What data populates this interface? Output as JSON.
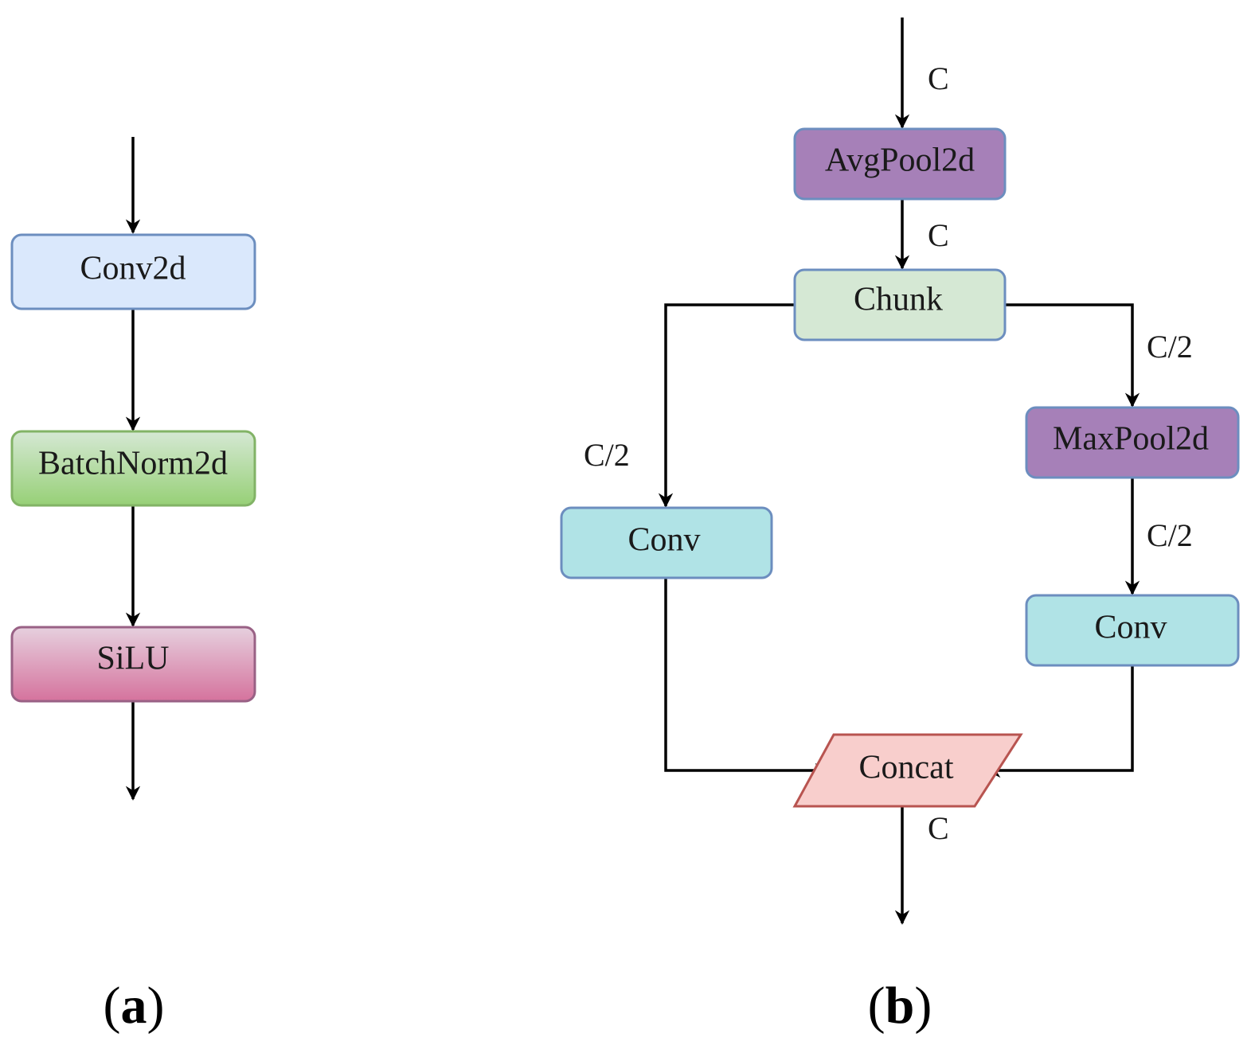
{
  "panels": {
    "a": {
      "label_open": "(",
      "label_letter": "a",
      "label_close": ")",
      "nodes": {
        "conv2d": "Conv2d",
        "batchnorm2d": "BatchNorm2d",
        "silu": "SiLU"
      }
    },
    "b": {
      "label_open": "(",
      "label_letter": "b",
      "label_close": ")",
      "nodes": {
        "avgpool2d": "AvgPool2d",
        "chunk": "Chunk",
        "maxpool2d": "MaxPool2d",
        "conv_left": "Conv",
        "conv_right": "Conv",
        "concat": "Concat"
      },
      "edge_labels": {
        "input": "C",
        "avgpool_to_chunk": "C",
        "chunk_to_maxpool": "C/2",
        "chunk_to_conv_left": "C/2",
        "maxpool_to_conv": "C/2",
        "output": "C"
      }
    }
  },
  "colors": {
    "conv2d_fill": "#dae8fc",
    "conv2d_stroke": "#6c8ebf",
    "batchnorm_fill_top": "#d5e8d4",
    "batchnorm_fill_bottom": "#97d077",
    "batchnorm_stroke": "#82b366",
    "silu_fill_top": "#e6d0de",
    "silu_fill_bottom": "#d5739d",
    "silu_stroke": "#996185",
    "pool_fill": "#a680b8",
    "pool_stroke": "#6c8ebf",
    "chunk_fill": "#d5e8d4",
    "chunk_stroke": "#6c8ebf",
    "conv_fill": "#b0e3e6",
    "conv_stroke": "#6c8ebf",
    "concat_fill": "#f8cecc",
    "concat_stroke": "#b85450"
  }
}
